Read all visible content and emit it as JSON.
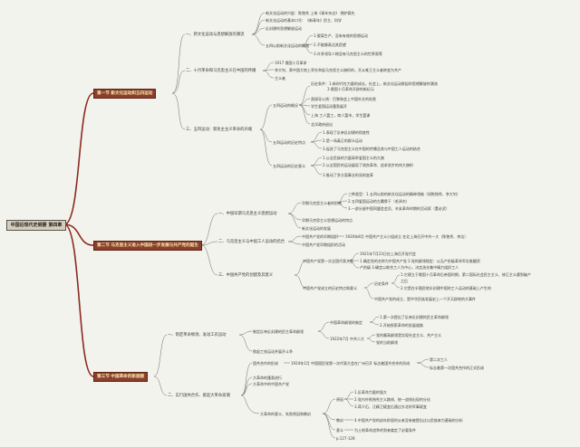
{
  "title": "中国近现代史纲要 第四章",
  "colors": {
    "chapter_bg": "#8b3f2c",
    "chapter_text": "#f7e8b0",
    "root_bg": "#d8cdb9",
    "background": "#f3f3ee"
  },
  "chapters": [
    {
      "title": "第一节 新文化运动和五四运动"
    },
    {
      "title": "第二节 马克思主义进入中国进一步发展与共产党的诞生"
    },
    {
      "title": "第三节 中国革命的新面貌"
    }
  ],
  "nodes": {
    "c1s1": "一、新文化运动与思想解放的潮流",
    "c1s1a": "新文化运动的兴起：陈独秀 上海《青年杂志》 拥护赛先",
    "c1s1b": "新文化运动的基本口号：《新青年》民主、科学",
    "c1s1c": "反封建的思想解放运动",
    "c1s1d": "五四以前新文化运动的局限",
    "c1s1d1": "1.脱离生产、没有有效的思想运动",
    "c1s1d2": "2.不能够表达其愿望",
    "c1s1d3": "3.许多领导人物没有马克思主义的世界观等",
    "c1s2": "二、十月革命和马克思主义在中国的传播",
    "c1s2a": "1917 俄国十月革命",
    "c1s2b": "李大钊、蔡中国大地上率先举起马克思主义旗帜的，开从唯王主义者转变为共产",
    "c1s2c": "主义者",
    "c1s3": "三、五四运动：新民主主义革命的开端",
    "c1s3a": "五四运动的概况",
    "c1s3a1": "历史条件：1.新时代在力量的成长，社会上，新文化运动掀起的思想解放的潮流",
    "c1s3a2": "3.俄国十月革命开辟的新纪元",
    "c1s3a3": "直接导火线：巴黎和会上中国外交的失败",
    "c1s3a4": "学生爱国运动蓬勃展开",
    "c1s3a5": "上海 工人罢工，商人罢市，学生罢课",
    "c1s3a6": "北洋政府退出",
    "c1s3b": "五四运动的历史特点",
    "c1s3b1": "1.表现了反帝反封建的彻底性",
    "c1s3b2": "2.是一场真正的群众运动",
    "c1s3b3": "3.促进了马克思主义在中国的传播及其与中国工人运动的结合",
    "c1s3c": "五四运动的历史意义",
    "c1s3c1": "1.以全民族的力量高举爱国主义的大旗",
    "c1s3c2": "2.以全国民的运动展现了改良革命、追求进步的伟大旗帜",
    "c1s3c3": "3.推动了多方面事业的深刻变革",
    "c2s1": "一、中国早期马克思主义思想运动",
    "c2s1a": "早期马克思主义者的形成",
    "c2s1a1": "三种类型：1.五四以前的新文化运动的精神领袖（如陈独秀、李大钊）",
    "c2s1a2": "2.五四爱国运动的左翼骨干（毛泽东）",
    "c2s1a3": "3.一部分留中国同盟会会员、辛亥革命时期的活动家（董必武）",
    "c2s1b": "早期马克思主义思想运动的特点",
    "c2s1c": "新文化运动的发展",
    "c2s2": "二、马克思主义与中国工人运动的结合",
    "c2s2a": "中国共产党的早期组织",
    "c2s2a1": "1920年8月 中国共产主义小组成立 在北上海召开中共一大（陈独秀、李达）",
    "c2s2b": "中国共产党早期组织的活动",
    "c2s3": "三、中国共产党的创建及其意义",
    "c2s3a": "中国共产党第一次全国代表大会",
    "c2s3a1": "1921年7月23日在上海召开党代会",
    "c2s3a2": "1.确定党的名称为中国共产党 2.党的纲领规定：以无产阶级革命军队推翻资",
    "c2s3a3": "产阶级 3.确定以联合工人为中心，决定选先集中精力组织工人",
    "c2s3b": "中国共产党成立的历史特点和意义",
    "c2s3b1": "历史条件",
    "c2s3b1a": "1.它建立于俄国十月革命后帝国时期，第二国际社会民主主义、修正主义遭到破产",
    "c2s3b1b": "之后",
    "c2s3b1c": "2.它是在半殖民地半封建中国的工人运动的基础上产生的",
    "c2s3b2": "中国共产党的成立，是中华民族发展史上一个开天辟地的大事件",
    "c3s1": "一、制定革命纲领、发动工农运动",
    "c3s1a": "制定反帝反封建的民主革命纲领",
    "c3s1a1": "中国革命纲领的制定",
    "c3s1a1a": "1.第一次提出了反帝反封建的民主革命纲领",
    "c3s1a1b": "2.开始探索革命的发展道路",
    "c3s1a2": "1922年7月 中共二大",
    "c3s1a2a": "党的最高纲领是实现社会主义、共产主义",
    "c3s1a2b": "党的当前纲领",
    "c3s1b": "掀起工农运动并展开斗争",
    "c3s2": "二、实行国共合作、掀起大革命高潮",
    "c3s2a": "国共合作的形成",
    "c3s2a1": "1924年1月 中国国民党第一次代表大会在广州召开 标志着国共合作的形成",
    "c3s2a1a": "第二次工人",
    "c3s2a1b": "标志着第一次国共合作的正式形成",
    "c3s2b": "大革命的蓬勃进行",
    "c3s2c": "大革命中的中国共产党",
    "c3s2d": "大革命的意义、失败原因和教训",
    "c3s2d1": "原因",
    "c3s2d1a": "1.反革命力量的强大",
    "c3s2d1b": "2.党内外陈独秀主义路线、统一战线出现的分化",
    "c3s2d1c": "3.蒋介石、汪精卫叛变后通过东北的军事叛变",
    "c3s2d2": "教训",
    "c3s2d2a": "4.中国共产党的幼年阶段时从来没有被提出过以民族来为基础的分析",
    "c3s2d3": "意义",
    "c3s2d3a": "为土地革命战争的到来奠定了必要条件",
    "c3s2d4": "p.127-128"
  }
}
